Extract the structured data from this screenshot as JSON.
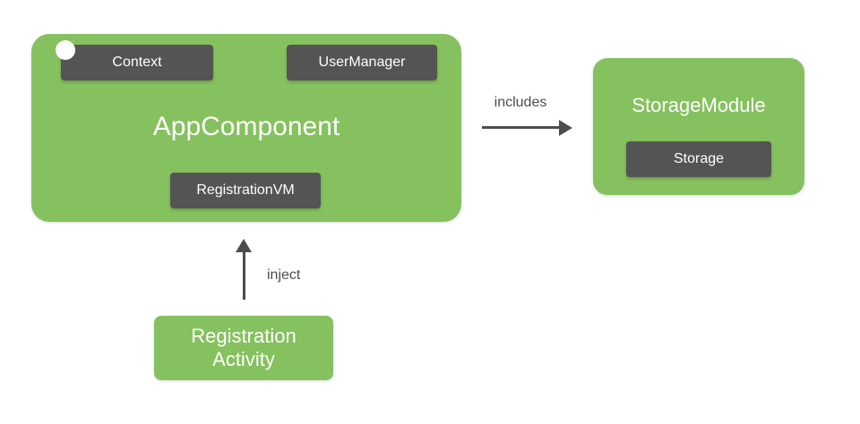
{
  "colors": {
    "component_green": "#85c15e",
    "dependency_dark": "#545454",
    "arrow_gray": "#4d4d4d",
    "text_on_fill": "#ffffff",
    "background": "#ffffff"
  },
  "diagram": {
    "app_component": {
      "title": "AppComponent",
      "children": {
        "context": "Context",
        "user_manager": "UserManager",
        "registration_vm": "RegistrationVM"
      }
    },
    "storage_module": {
      "title": "StorageModule",
      "children": {
        "storage": "Storage"
      }
    },
    "registration_activity": {
      "title": "Registration\nActivity"
    },
    "edges": {
      "includes": "includes",
      "inject": "inject"
    }
  }
}
